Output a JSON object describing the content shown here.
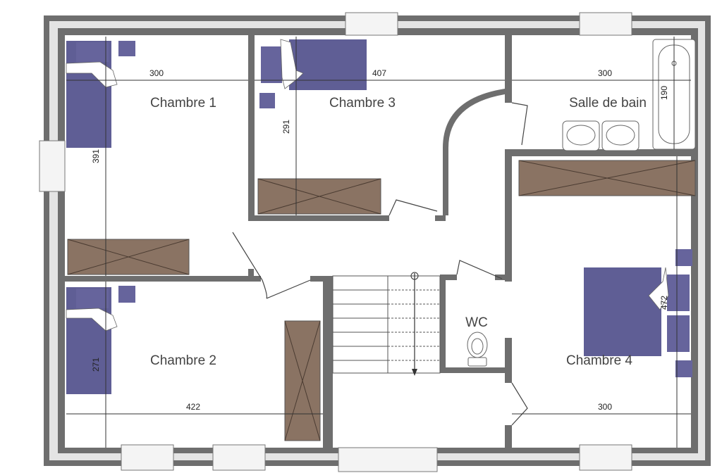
{
  "rooms": {
    "chambre1": "Chambre 1",
    "chambre2": "Chambre 2",
    "chambre3": "Chambre 3",
    "chambre4": "Chambre 4",
    "salle_de_bain": "Salle de bain",
    "wc": "WC"
  },
  "dimensions": {
    "chambre1_width": "300",
    "chambre1_height": "391",
    "chambre3_width": "407",
    "chambre3_height": "291",
    "sdb_width": "300",
    "sdb_height": "190",
    "chambre2_width": "422",
    "chambre2_height": "271",
    "chambre4_width": "300",
    "chambre4_height": "472"
  }
}
